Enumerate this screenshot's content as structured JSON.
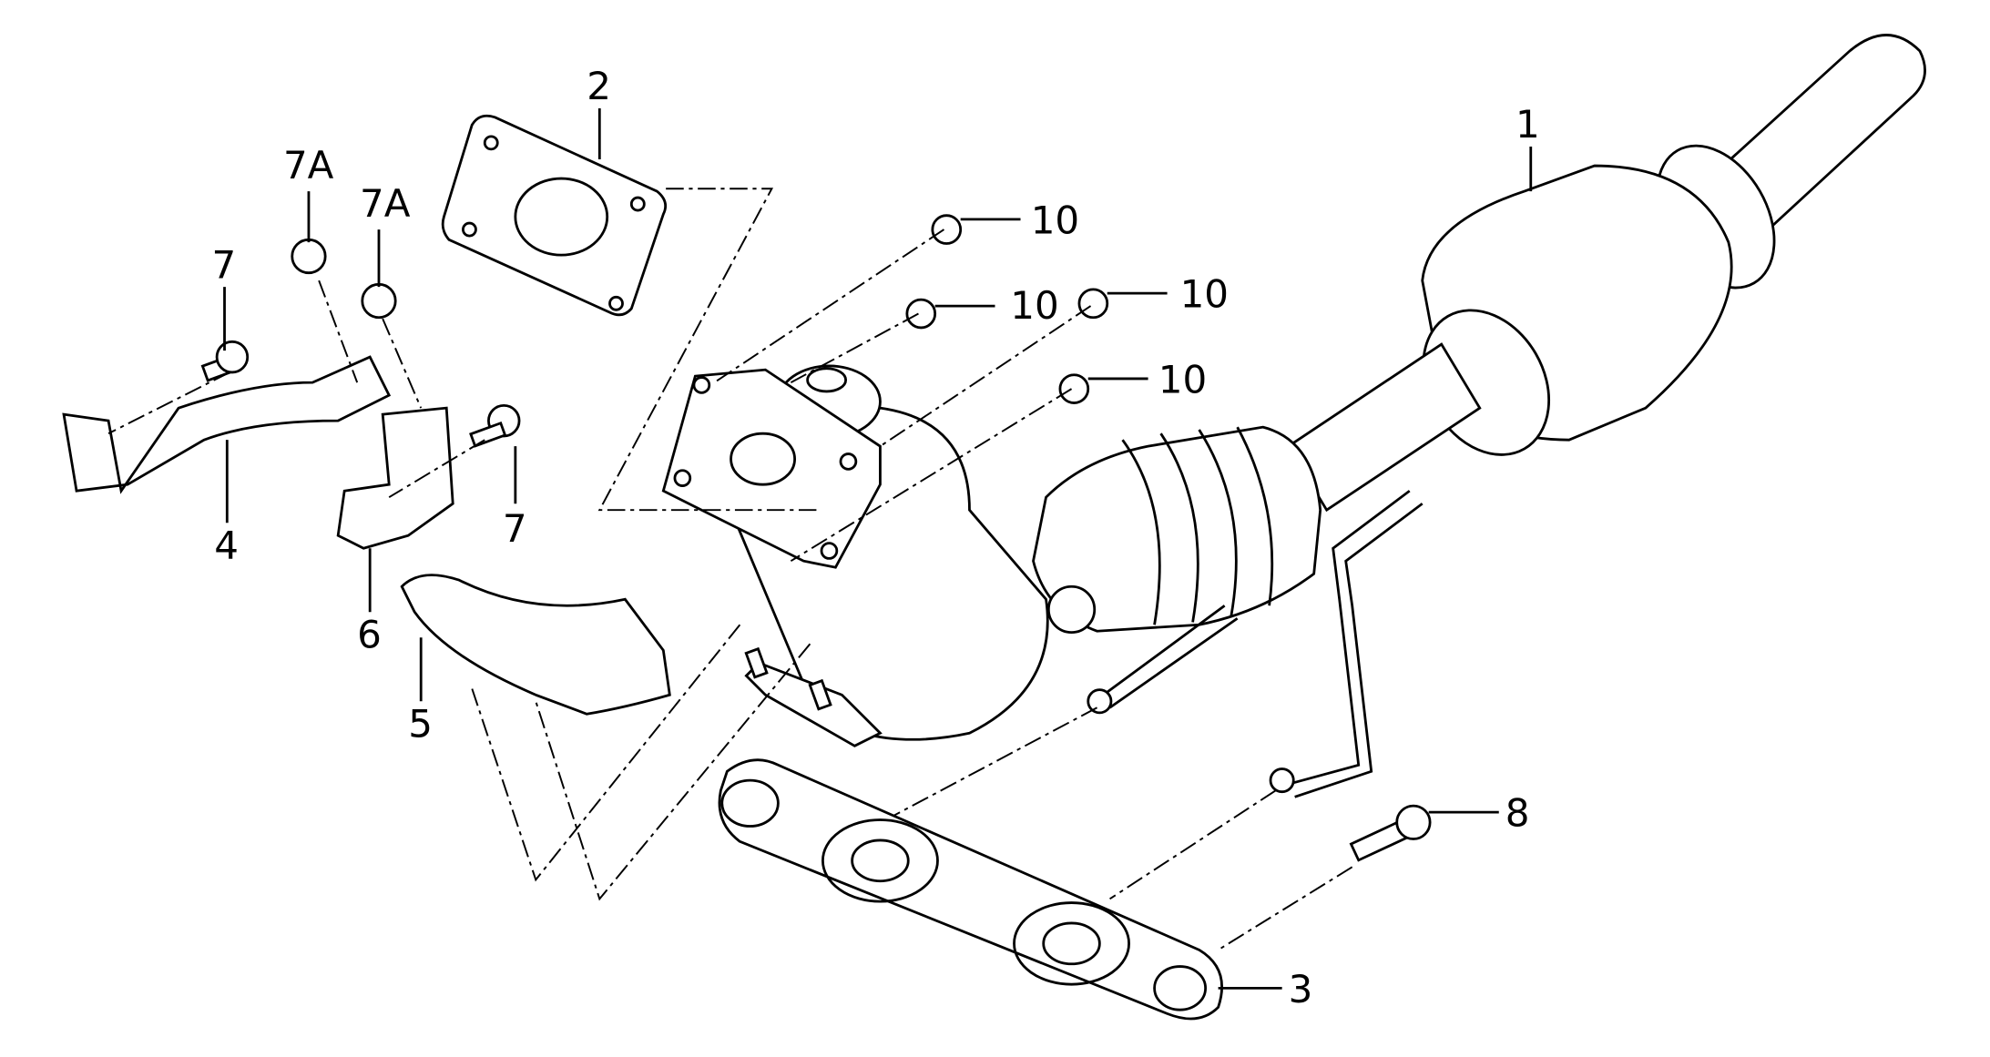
{
  "diagram": {
    "title": "Exhaust catalytic converter exploded view",
    "callouts": {
      "c1": "1",
      "c2": "2",
      "c3": "3",
      "c4": "4",
      "c5": "5",
      "c6": "6",
      "c7a": "7",
      "c7b": "7",
      "c7A_a": "7A",
      "c7A_b": "7A",
      "c8": "8",
      "c10a": "10",
      "c10b": "10",
      "c10c": "10",
      "c10d": "10"
    },
    "colors": {
      "line": "#000000",
      "background": "#ffffff"
    }
  }
}
